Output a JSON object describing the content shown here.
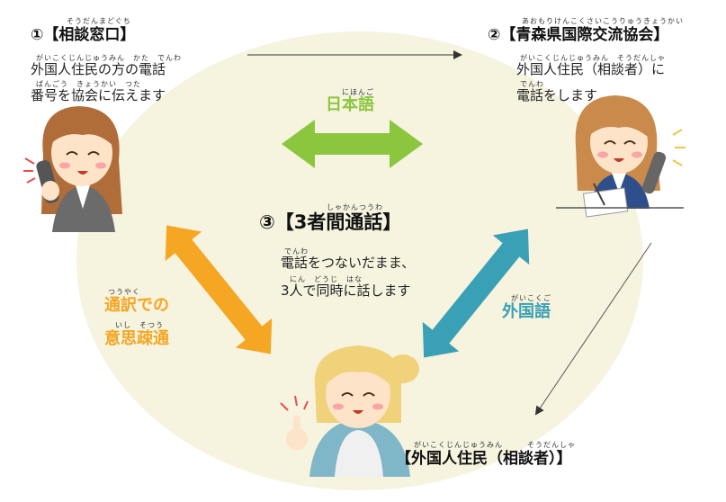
{
  "step1": {
    "ruby": "そうだんまどぐち",
    "title": "①【相談窓口】",
    "ruby_line1": "がいこくじんじゅうみん　かた　でんわ",
    "line1": "外国人住民の方の電話",
    "ruby_line2": "ばんごう　きょうかい　つた",
    "line2": "番号を協会に伝えます"
  },
  "step2": {
    "ruby": "あおもりけんこくさいこうりゅうきょうかい",
    "title": "②【青森県国際交流協会】",
    "ruby_line1": "がいこくじんじゅうみん　そうだんしゃ",
    "line1": "外国人住民（相談者）に",
    "ruby_line2": "でんわ",
    "line2": "電話をします"
  },
  "step3": {
    "ruby": "しゃかんつうわ",
    "title": "③【3者間通話】",
    "ruby_line1": "でんわ",
    "line1": "電話をつないだまま、",
    "ruby_line2": "にん　どうじ　はな",
    "line2": "3人で同時に話します"
  },
  "resident": {
    "ruby": "がいこくじんじゅうみん　　　そうだんしゃ",
    "title": "【外国人住民（相談者）】"
  },
  "japanese": {
    "ruby": "にほんご",
    "label": "日本語"
  },
  "foreign": {
    "ruby": "がいこくご",
    "label": "外国語"
  },
  "interpret": {
    "ruby1": "つうやく",
    "line1": "通訳での",
    "ruby2": "いし　そつう",
    "line2": "意思疎通"
  },
  "colors": {
    "green": "#8cc63f",
    "orange": "#f5a623",
    "teal": "#3aa0b5",
    "background_circle": "#f6f3df"
  }
}
